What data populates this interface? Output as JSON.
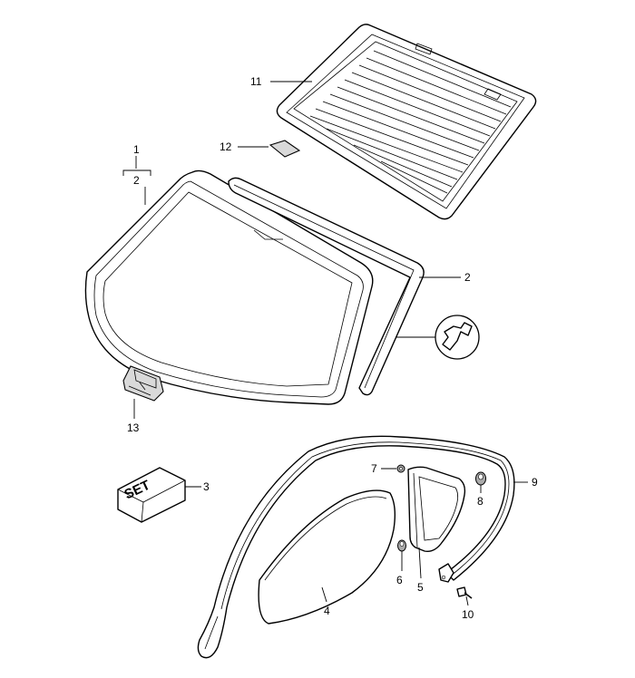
{
  "labels": {
    "p1": "1",
    "p2a": "2",
    "p2b": "2",
    "p3": "3",
    "p4": "4",
    "p5": "5",
    "p6": "6",
    "p7": "7",
    "p8": "8",
    "p9": "9",
    "p10": "10",
    "p11": "11",
    "p12": "12",
    "p13": "13"
  },
  "set_box": {
    "text": "SET"
  }
}
